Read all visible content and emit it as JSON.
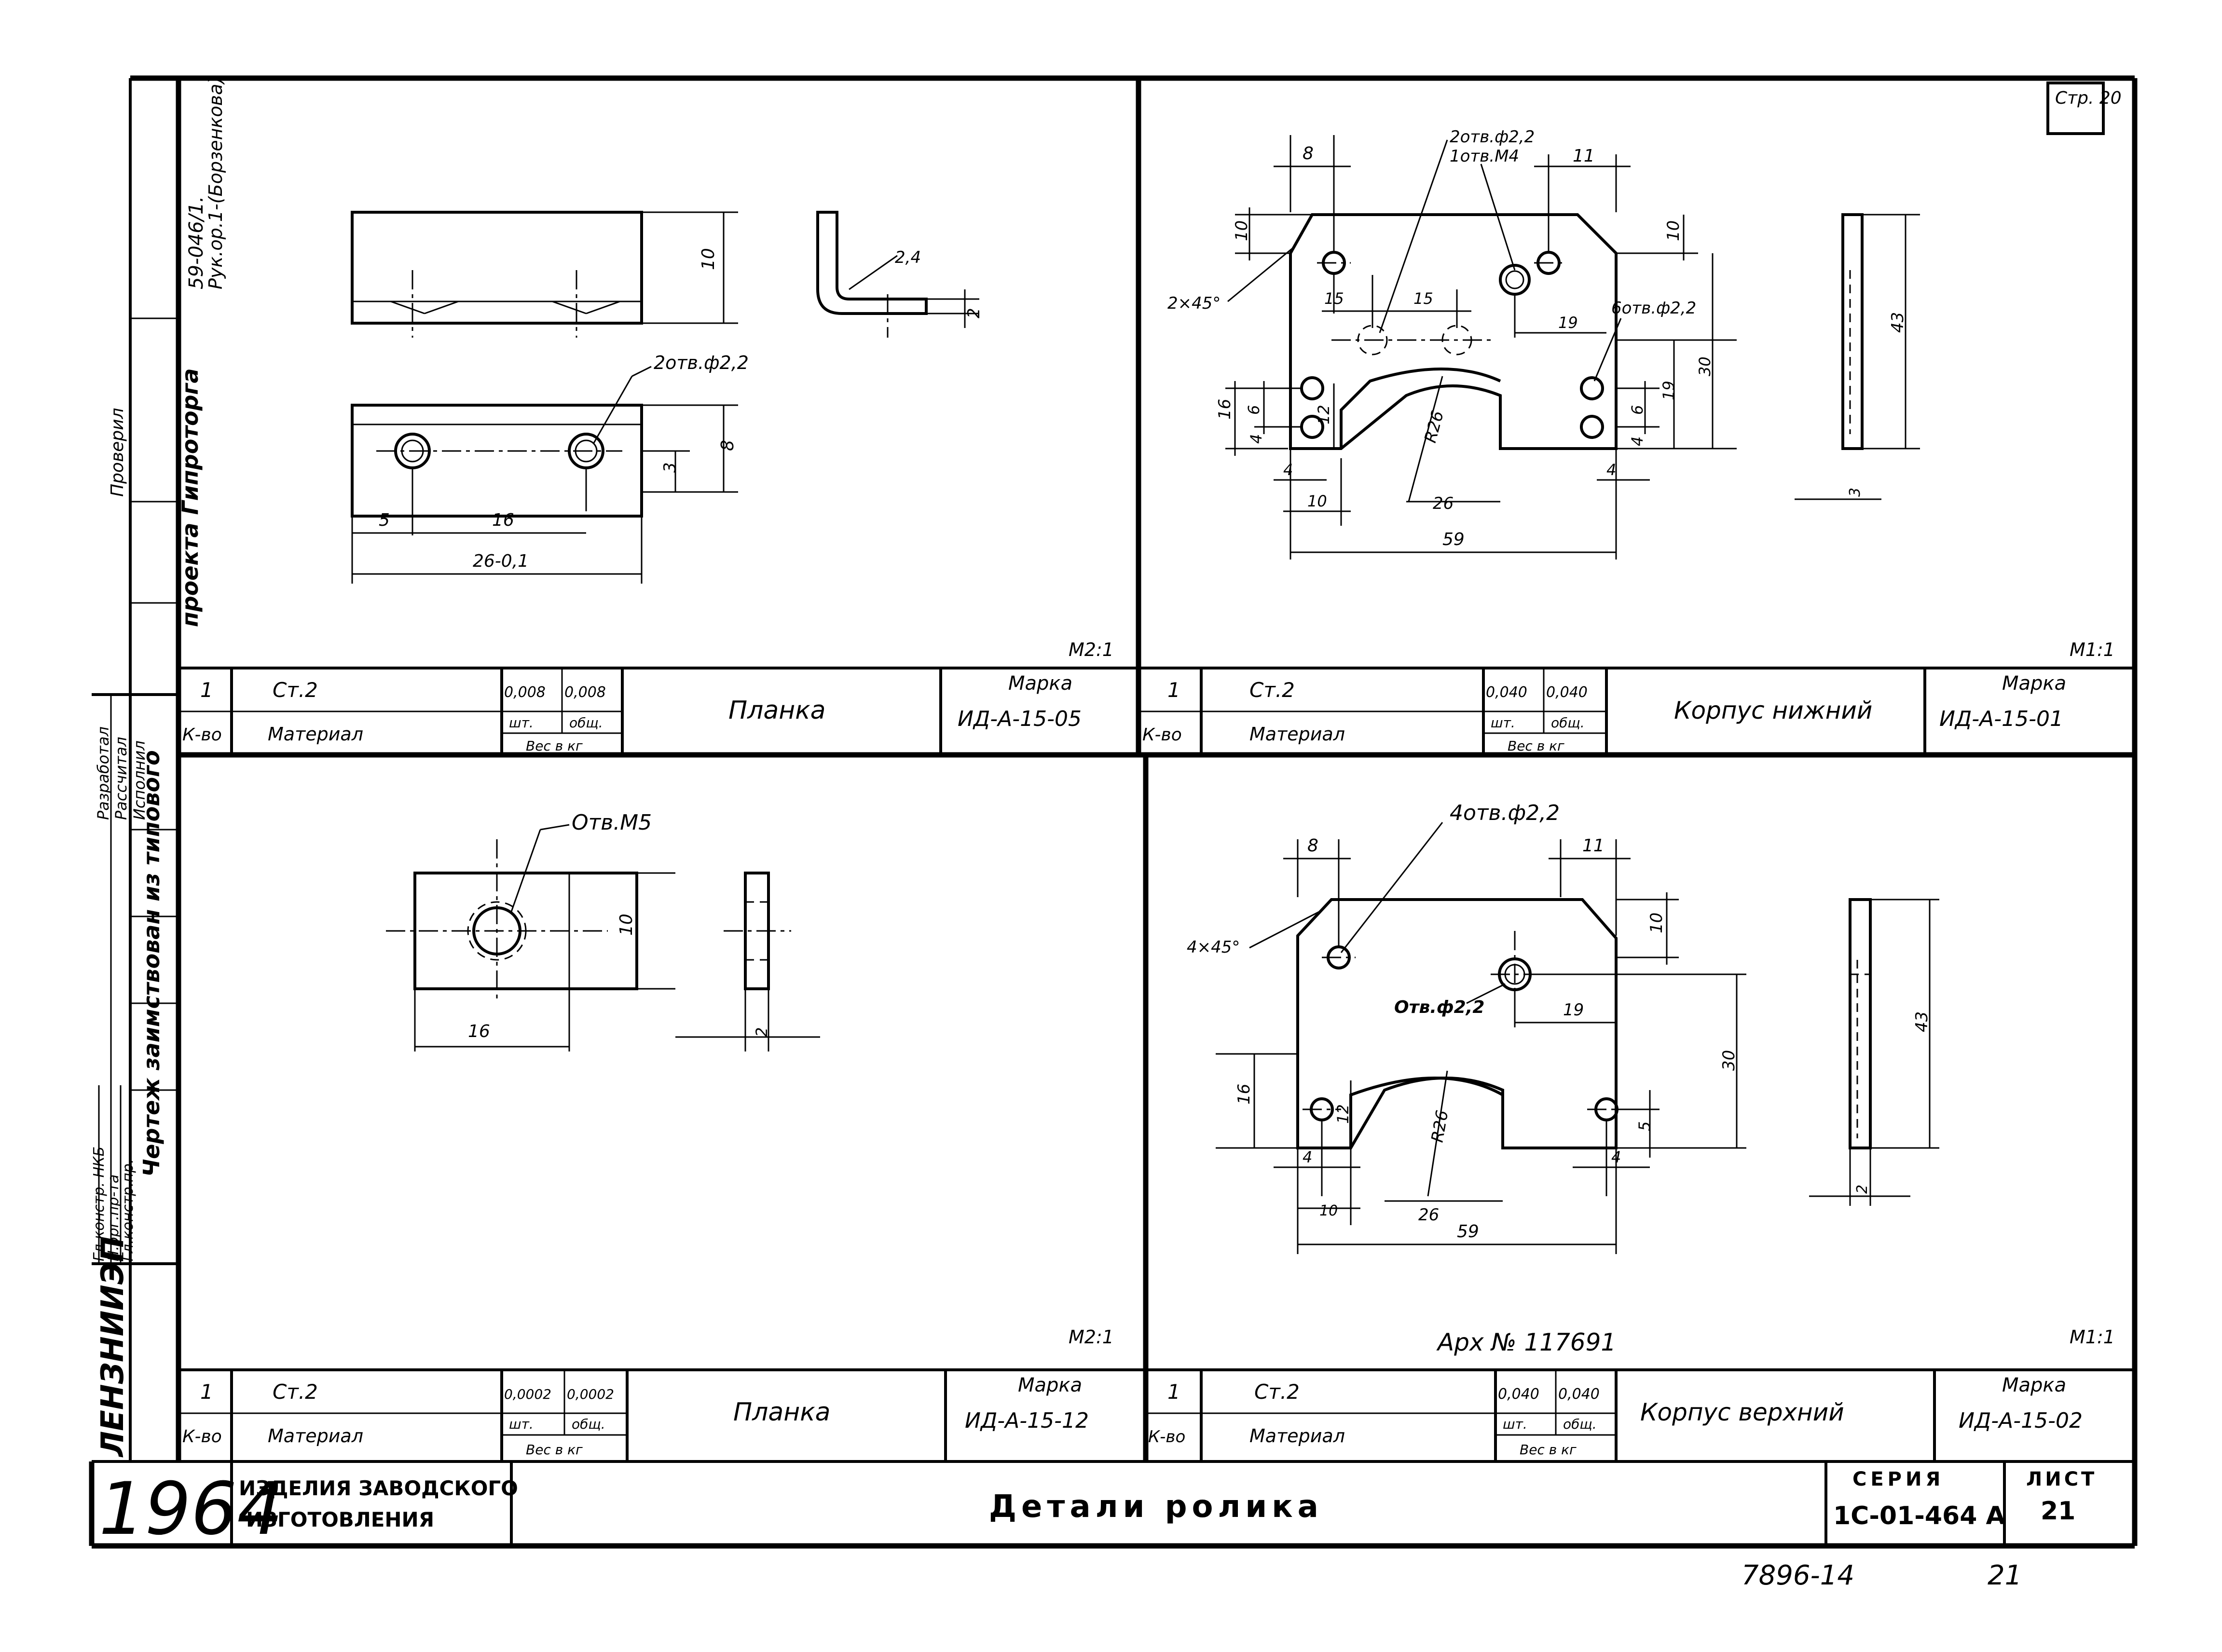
{
  "page": {
    "sheet_mark": "Стр. 20",
    "archive_no": "Арх № 117691",
    "bottom_code": "7896-14",
    "bottom_page": "21"
  },
  "side_block": {
    "checked": "Проверил",
    "borrowed_text_1": "Чертеж заимствован из типового",
    "borrowed_text_2": "проекта Гипроторга",
    "ref_1": "59-046/1.",
    "ref_2": "Рук.ор.1-(Борзенкова)",
    "developed": "Разработал",
    "calculated": "Рассчитал",
    "executed": "Исполнил",
    "chief_1": "Гл.констр. НКБ",
    "chief_2": "Н.орг.пр-та",
    "chief_3": "Гл.констр.пр.",
    "org": "ЛЕНЗНИИЭП"
  },
  "title_block": {
    "year": "1964",
    "left_1": "ИЗДЕЛИЯ ЗАВОДСКОГО",
    "left_2": "ИЗГОТОВЛЕНИЯ",
    "title": "Детали ролика",
    "series_label": "СЕРИЯ",
    "series_value": "1С-01-464 А",
    "sheet_label": "ЛИСТ",
    "sheet_value": "21"
  },
  "parts": [
    {
      "qty": "1",
      "material": "Ст.2",
      "w1": "0,008",
      "w2": "0,008",
      "name": "Планка",
      "mark_label": "Марка",
      "mark": "ИД-А-15-05",
      "kvo": "К-во",
      "mat_label": "Материал",
      "sht": "шт.",
      "obsh": "общ.",
      "weight": "Вес в кг",
      "scale": "М2:1"
    },
    {
      "qty": "1",
      "material": "Ст.2",
      "w1": "0,040",
      "w2": "0,040",
      "name": "Корпус нижний",
      "mark_label": "Марка",
      "mark": "ИД-А-15-01",
      "kvo": "К-во",
      "mat_label": "Материал",
      "sht": "шт.",
      "obsh": "общ.",
      "weight": "Вес в кг",
      "scale": "М1:1"
    },
    {
      "qty": "1",
      "material": "Ст.2",
      "w1": "0,0002",
      "w2": "0,0002",
      "name": "Планка",
      "mark_label": "Марка",
      "mark": "ИД-А-15-12",
      "kvo": "К-во",
      "mat_label": "Материал",
      "sht": "шт.",
      "obsh": "общ.",
      "weight": "Вес в кг",
      "scale": "М2:1"
    },
    {
      "qty": "1",
      "material": "Ст.2",
      "w1": "0,040",
      "w2": "0,040",
      "name": "Корпус верхний",
      "mark_label": "Марка",
      "mark": "ИД-А-15-02",
      "kvo": "К-во",
      "mat_label": "Материал",
      "sht": "шт.",
      "obsh": "общ.",
      "weight": "Вес в кг",
      "scale": "М1:1"
    }
  ],
  "drawing1": {
    "d_10": "10",
    "d_2_4": "2,4",
    "d_2": "2",
    "holes": "2отв.ф2,2",
    "d_8": "8",
    "d_3": "3",
    "d_5": "5",
    "d_16": "16",
    "d_26": "26-0,1"
  },
  "drawing2": {
    "d_8": "8",
    "holes_top_1": "2отв.ф2,2",
    "holes_top_2": "1отв.М4",
    "d_11": "11",
    "d_10a": "10",
    "d_10b": "10",
    "chamfer": "2×45°",
    "d_15a": "15",
    "d_15b": "15",
    "d_19a": "19",
    "holes_right": "6отв.ф2,2",
    "d_43": "43",
    "d_16": "16",
    "d_6a": "6",
    "d_4a": "4",
    "d_12": "12",
    "r_26": "R26",
    "d_19b": "19",
    "d_30": "30",
    "d_6b": "6",
    "d_4b": "4",
    "d_4c": "4",
    "d_10c": "10",
    "d_26": "26",
    "d_4d": "4",
    "d_59": "59",
    "d_3": "3"
  },
  "drawing3": {
    "hole": "Отв.М5",
    "d_10": "10",
    "d_16": "16",
    "d_2": "2"
  },
  "drawing4": {
    "holes": "4отв.ф2,2",
    "d_8": "8",
    "d_11": "11",
    "chamfer": "4×45°",
    "d_10": "10",
    "hole_m4": "Отв.ф2,2",
    "d_19": "19",
    "d_30": "30",
    "d_43": "43",
    "d_16": "16",
    "d_12": "12",
    "r_26": "R26",
    "d_5": "5",
    "d_4a": "4",
    "d_4b": "4",
    "d_10b": "10",
    "d_26": "26",
    "d_2": "2",
    "d_59": "59"
  }
}
